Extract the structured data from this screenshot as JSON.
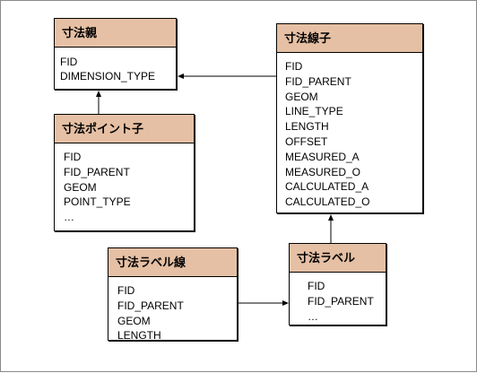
{
  "entities": {
    "dimension_parent": {
      "title": "寸法親",
      "fields": [
        "FID",
        "DIMENSION_TYPE"
      ]
    },
    "dimension_line_child": {
      "title": "寸法線子",
      "fields": [
        "FID",
        "FID_PARENT",
        "GEOM",
        "LINE_TYPE",
        "LENGTH",
        "OFFSET",
        "MEASURED_A",
        "MEASURED_O",
        "CALCULATED_A",
        "CALCULATED_O"
      ]
    },
    "dimension_point_child": {
      "title": "寸法ポイント子",
      "fields": [
        "FID",
        "FID_PARENT",
        "GEOM",
        "POINT_TYPE",
        "…"
      ]
    },
    "dimension_label_line": {
      "title": "寸法ラベル線",
      "fields": [
        "FID",
        "FID_PARENT",
        "GEOM",
        "LENGTH"
      ]
    },
    "dimension_label": {
      "title": "寸法ラベル",
      "fields": [
        "FID",
        "FID_PARENT",
        "…"
      ]
    }
  },
  "colors": {
    "header_fill": "#e6c0a4",
    "border": "#000000",
    "frame": "#8a8a8a"
  }
}
